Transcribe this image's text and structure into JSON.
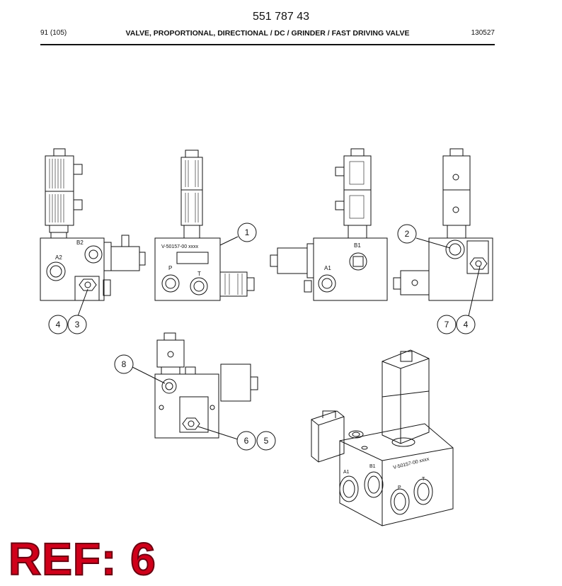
{
  "header": {
    "doc_number": "551 787 43",
    "page": "91 (105)",
    "title": "VALVE, PROPORTIONAL, DIRECTIONAL / DC / GRINDER / FAST DRIVING VALVE",
    "date": "130527"
  },
  "labels": {
    "model_front": "V-50157-00 xxxx",
    "model_iso": "V-50157-00 xxxx",
    "port_a2": "A2",
    "port_b2": "B2",
    "port_a1": "A1",
    "port_b1": "B1",
    "port_p": "P",
    "port_t": "T",
    "iso_a1": "A1",
    "iso_b1": "B1",
    "iso_p": "P",
    "iso_t": "T"
  },
  "callouts": {
    "c1": "1",
    "c2": "2",
    "c3": "3",
    "c4a": "4",
    "c4b": "4",
    "c5": "5",
    "c6": "6",
    "c7": "7",
    "c8": "8"
  },
  "ref_label": "REF: 6"
}
